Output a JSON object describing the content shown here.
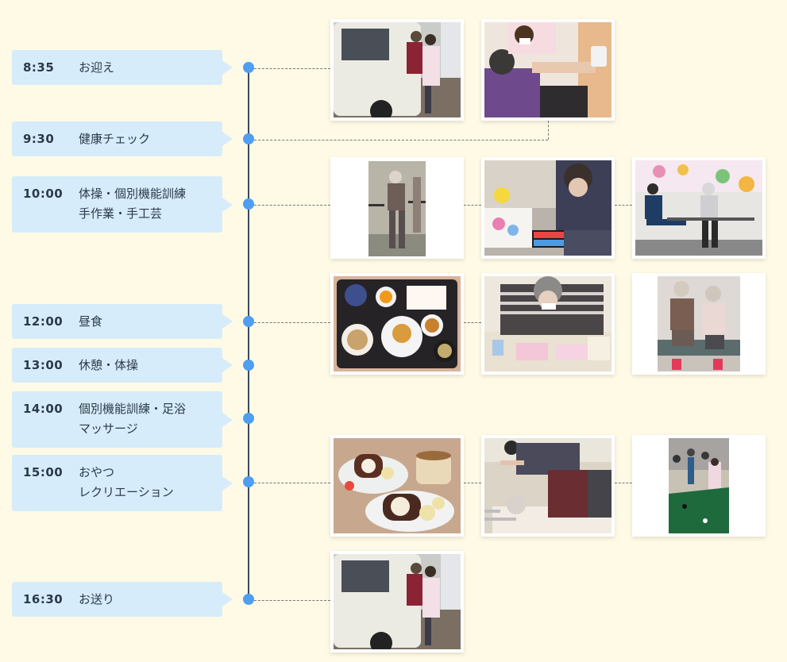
{
  "schedule": [
    {
      "time": "8:35",
      "desc": "お迎え"
    },
    {
      "time": "9:30",
      "desc": "健康チェック"
    },
    {
      "time": "10:00",
      "desc": "体操・個別機能訓練\n手作業・手工芸"
    },
    {
      "time": "12:00",
      "desc": "昼食"
    },
    {
      "time": "13:00",
      "desc": "休憩・体操"
    },
    {
      "time": "14:00",
      "desc": "個別機能訓練・足浴\nマッサージ"
    },
    {
      "time": "15:00",
      "desc": "おやつ\nレクリエーション"
    },
    {
      "time": "16:30",
      "desc": "お送り"
    }
  ],
  "photos": [
    {
      "name": "photo-pickup-van",
      "subject": "van-pickup"
    },
    {
      "name": "photo-health-check",
      "subject": "blood-pressure"
    },
    {
      "name": "photo-walking-bars",
      "subject": "walking-exercise"
    },
    {
      "name": "photo-handicraft-painting",
      "subject": "watercolor-craft"
    },
    {
      "name": "photo-exercise-staff",
      "subject": "leg-exercise"
    },
    {
      "name": "photo-lunch-tray",
      "subject": "lunch-meal"
    },
    {
      "name": "photo-paper-craft",
      "subject": "paper-craft"
    },
    {
      "name": "photo-resting-seniors",
      "subject": "rest-break"
    },
    {
      "name": "photo-snack-rollcake",
      "subject": "roll-cake-snack"
    },
    {
      "name": "photo-massage",
      "subject": "massage"
    },
    {
      "name": "photo-mini-golf",
      "subject": "recreation-golf"
    },
    {
      "name": "photo-dropoff-van",
      "subject": "van-dropoff"
    }
  ],
  "colors": {
    "background": "#fefae6",
    "label_bg": "#d6ecfa",
    "dot": "#4e9ef2",
    "timeline": "#3d4b5c"
  }
}
